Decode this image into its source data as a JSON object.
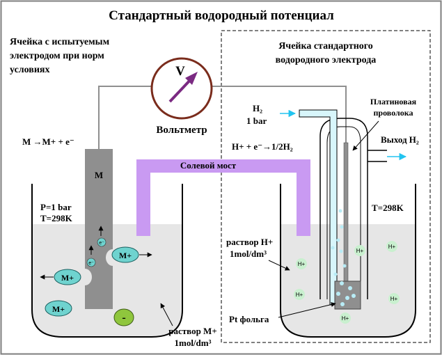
{
  "title": "Стандартный водородный потенциал",
  "left_cell": {
    "heading": [
      "Ячейка с испытуемым",
      "электродом при норм",
      "условиях"
    ],
    "reaction": "M →M+ + e⁻",
    "electrode_label": "M",
    "conditions": [
      "P=1 bar",
      "T=298K"
    ],
    "ion_label": "M+",
    "electron_label": "e⁻",
    "anion_label": "-",
    "solution_label": [
      "раствор M+",
      "1mol/dm³"
    ]
  },
  "voltmeter": {
    "symbol": "V",
    "label": "Вольтметр"
  },
  "salt_bridge_label": "Солевой мост",
  "right_cell": {
    "heading": [
      "Ячейка стандартного",
      "водородного электрода"
    ],
    "h2_inlet": [
      "H₂",
      "1 bar"
    ],
    "reaction": "H+ + e⁻→1/2H₂",
    "platinum_wire": [
      "Платиновая",
      "проволока"
    ],
    "h2_outlet": "Выход H₂",
    "temperature": "T=298K",
    "solution_label": [
      "раствор H+",
      "1mol/dm³"
    ],
    "foil_label": "Pt  фольга",
    "ion_label": "H+"
  },
  "colors": {
    "electrode": "#8f8f8f",
    "salt_bridge": "#c99af2",
    "solution": "#e6e6e6",
    "ion_fill": "#6fd3cf",
    "anion_fill": "#8fc63d",
    "h_ion_fill": "#c9f0cf",
    "bubble": "#b8ecf6",
    "arrow_cyan": "#22c4f0",
    "needle": "#7b2a82",
    "dial_ring": "#7a2c1c"
  }
}
